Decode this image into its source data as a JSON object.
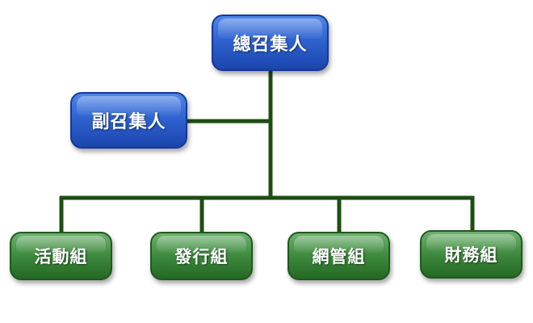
{
  "org_chart": {
    "top": {
      "label": "總召集人"
    },
    "deputy": {
      "label": "副召集人"
    },
    "groups": [
      {
        "label": "活動組"
      },
      {
        "label": "發行組"
      },
      {
        "label": "網管組"
      },
      {
        "label": "財務組"
      }
    ],
    "colors": {
      "leader_box": "#2f63cf",
      "group_box": "#3e8a3e",
      "connector": "#1e4d12"
    }
  }
}
